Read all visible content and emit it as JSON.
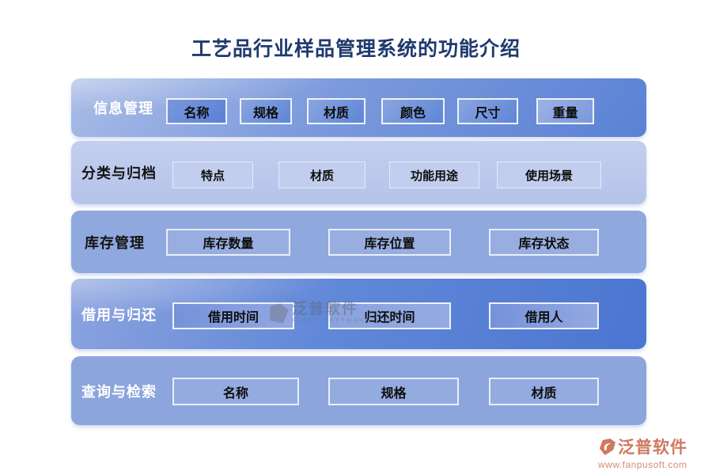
{
  "title": "工艺品行业样品管理系统的功能介绍",
  "rows": [
    {
      "label": "信息管理",
      "buttons": [
        "名称",
        "规格",
        "材质",
        "颜色",
        "尺寸",
        "重量"
      ]
    },
    {
      "label": "分类与归档",
      "buttons": [
        "特点",
        "材质",
        "功能用途",
        "使用场景"
      ]
    },
    {
      "label": "库存管理",
      "buttons": [
        "库存数量",
        "库存位置",
        "库存状态"
      ]
    },
    {
      "label": "借用与归还",
      "buttons": [
        "借用时间",
        "归还时间",
        "借用人"
      ]
    },
    {
      "label": "查询与检索",
      "buttons": [
        "名称",
        "规格",
        "材质"
      ]
    }
  ],
  "watermark": {
    "text": "泛普软件",
    "subtext": "FANPU SOFTWARE"
  },
  "footer": {
    "brand": "泛普软件",
    "url": "www.fanpusoft.com"
  },
  "icons": {
    "footer_logo": "fanpu-swoosh-logo",
    "watermark_logo": "fanpu-gray-logo"
  },
  "colors": {
    "title": "#1e3a6e",
    "brand": "#d0795f",
    "row_info_gradient_end": "#5a82d5",
    "row_classify_bg": "#bcc9ec",
    "row_inventory_bg": "#8fa8dd",
    "row_borrow_gradient_end": "#4b75d1",
    "row_query_bg": "#8ca5dc"
  }
}
